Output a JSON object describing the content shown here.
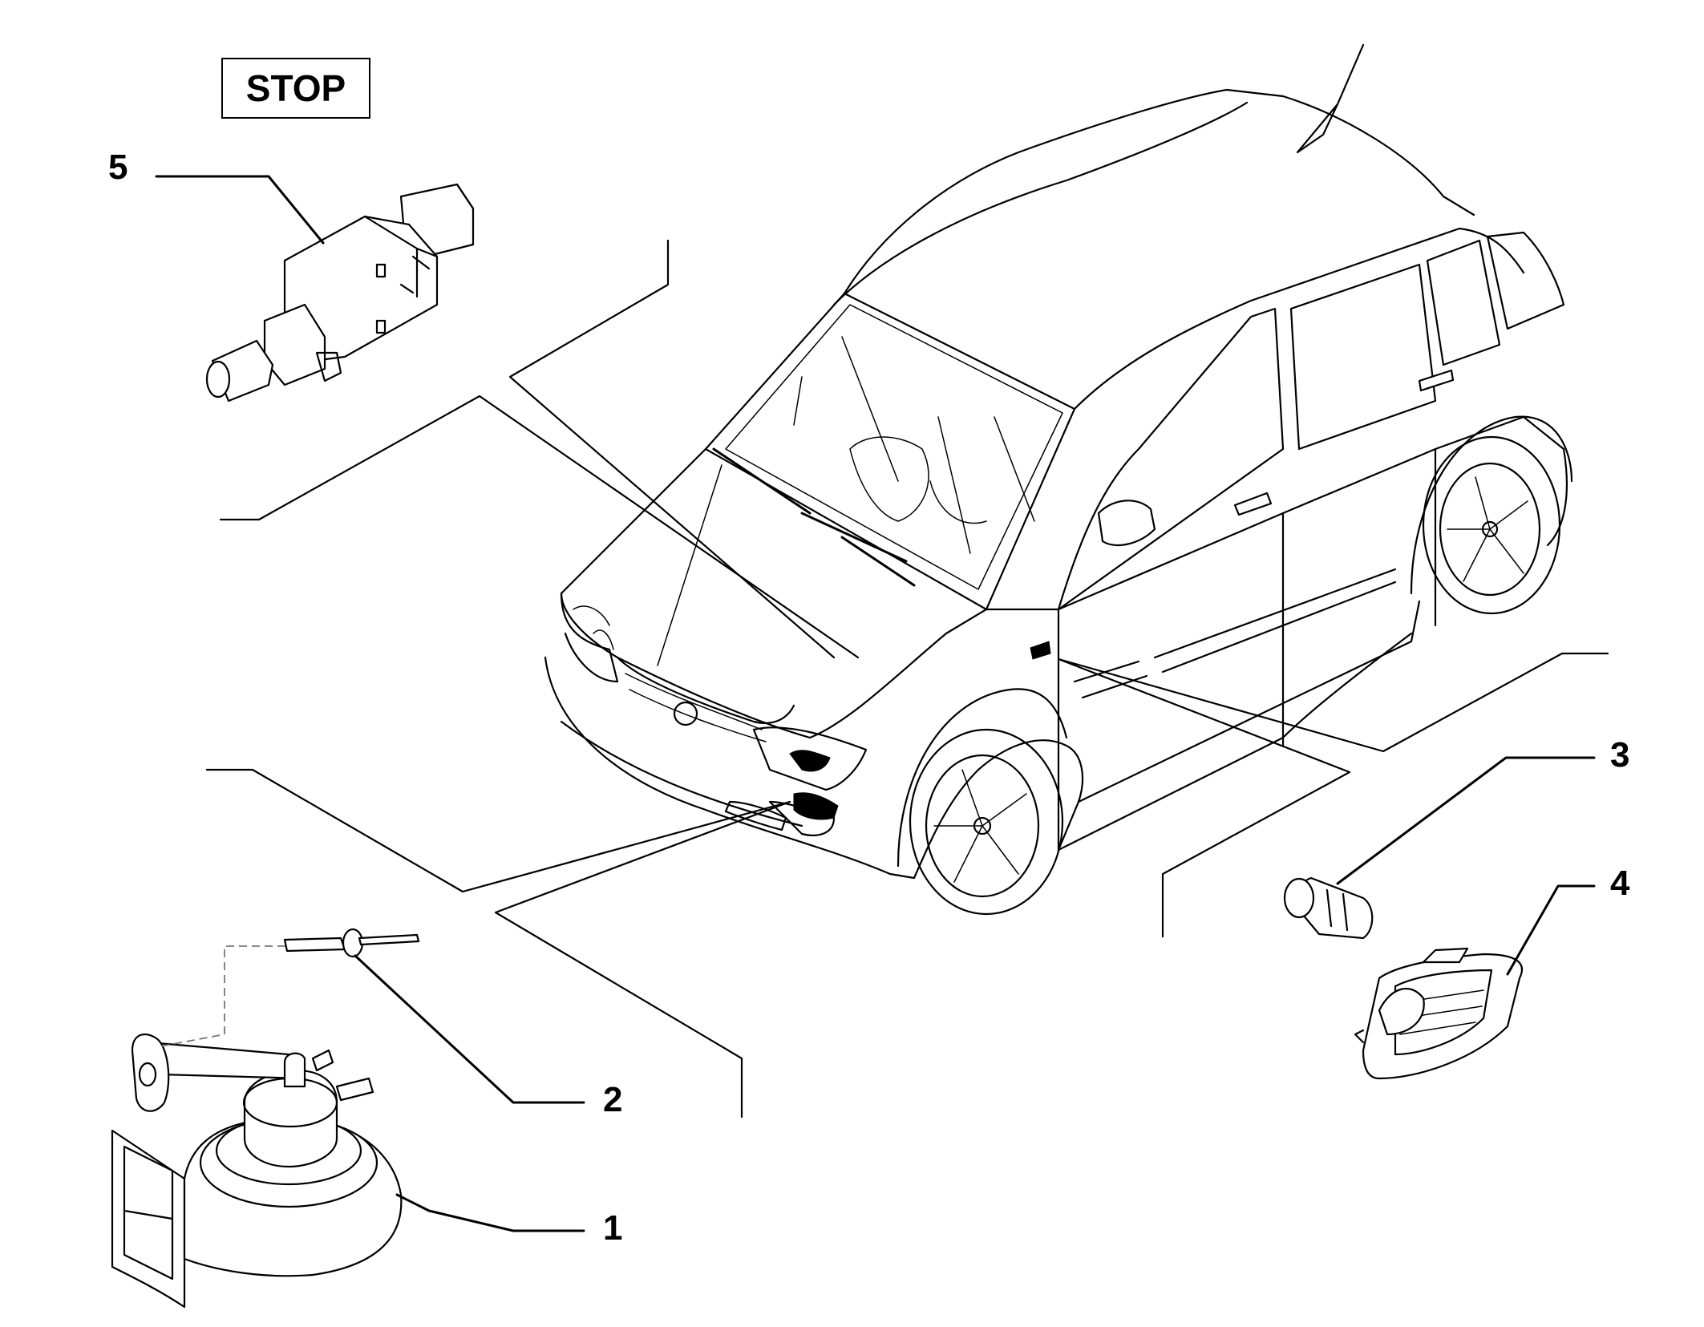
{
  "stop_label": "STOP",
  "callouts": [
    {
      "id": "1",
      "text": "1"
    },
    {
      "id": "2",
      "text": "2"
    },
    {
      "id": "3",
      "text": "3"
    },
    {
      "id": "4",
      "text": "4"
    },
    {
      "id": "5",
      "text": "5"
    }
  ],
  "parts": [
    {
      "ref": "1",
      "icon": "horn-icon"
    },
    {
      "ref": "2",
      "icon": "rivet-icon"
    },
    {
      "ref": "3",
      "icon": "bulb-icon"
    },
    {
      "ref": "4",
      "icon": "side-repeater-lamp-icon"
    },
    {
      "ref": "5",
      "icon": "stop-light-switch-icon"
    }
  ],
  "vehicle_icon": "car-outline-icon"
}
